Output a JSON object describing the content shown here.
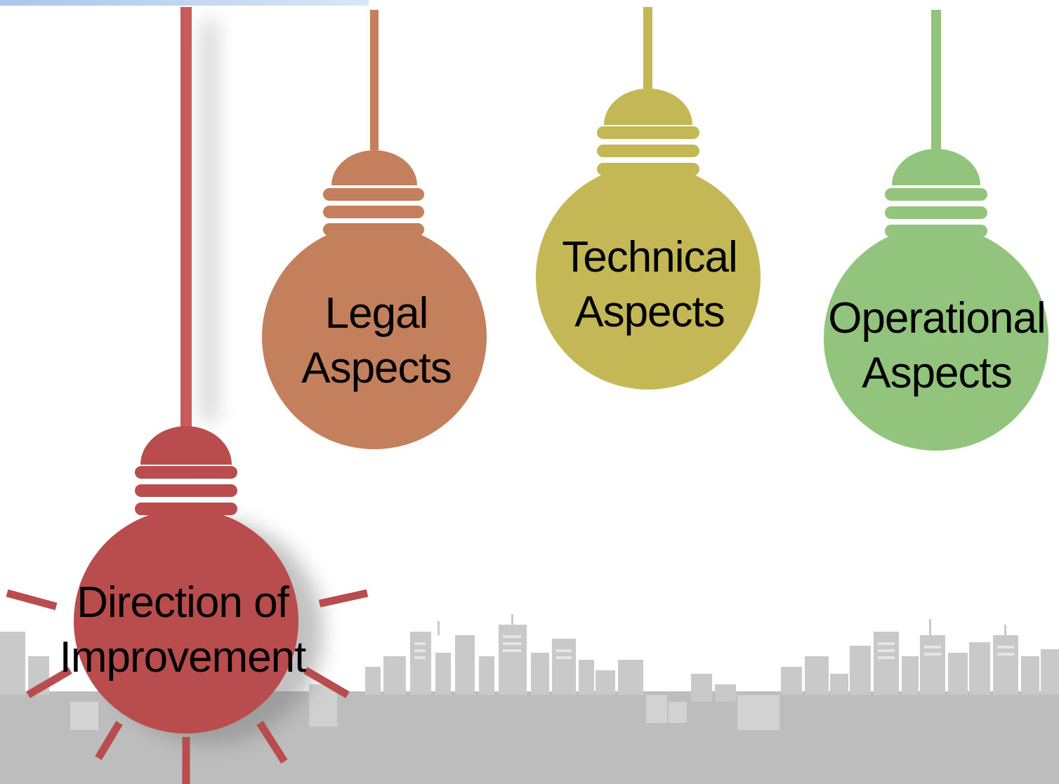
{
  "colors": {
    "direction": "#b94d4d",
    "legal": "#c4805c",
    "technical": "#c4b756",
    "operational": "#93c47d",
    "skyline": "#cccccc",
    "top_bar": "#cfe0f5"
  },
  "bulbs": [
    {
      "id": "direction",
      "lines": [
        "Direction of",
        "Improvement"
      ],
      "color": "#b94d4d"
    },
    {
      "id": "legal",
      "lines": [
        "Legal",
        "Aspects"
      ],
      "color": "#c4805c"
    },
    {
      "id": "technical",
      "lines": [
        "Technical",
        "Aspects"
      ],
      "color": "#c4b756"
    },
    {
      "id": "operational",
      "lines": [
        "Operational",
        "Aspects"
      ],
      "color": "#93c47d"
    }
  ]
}
